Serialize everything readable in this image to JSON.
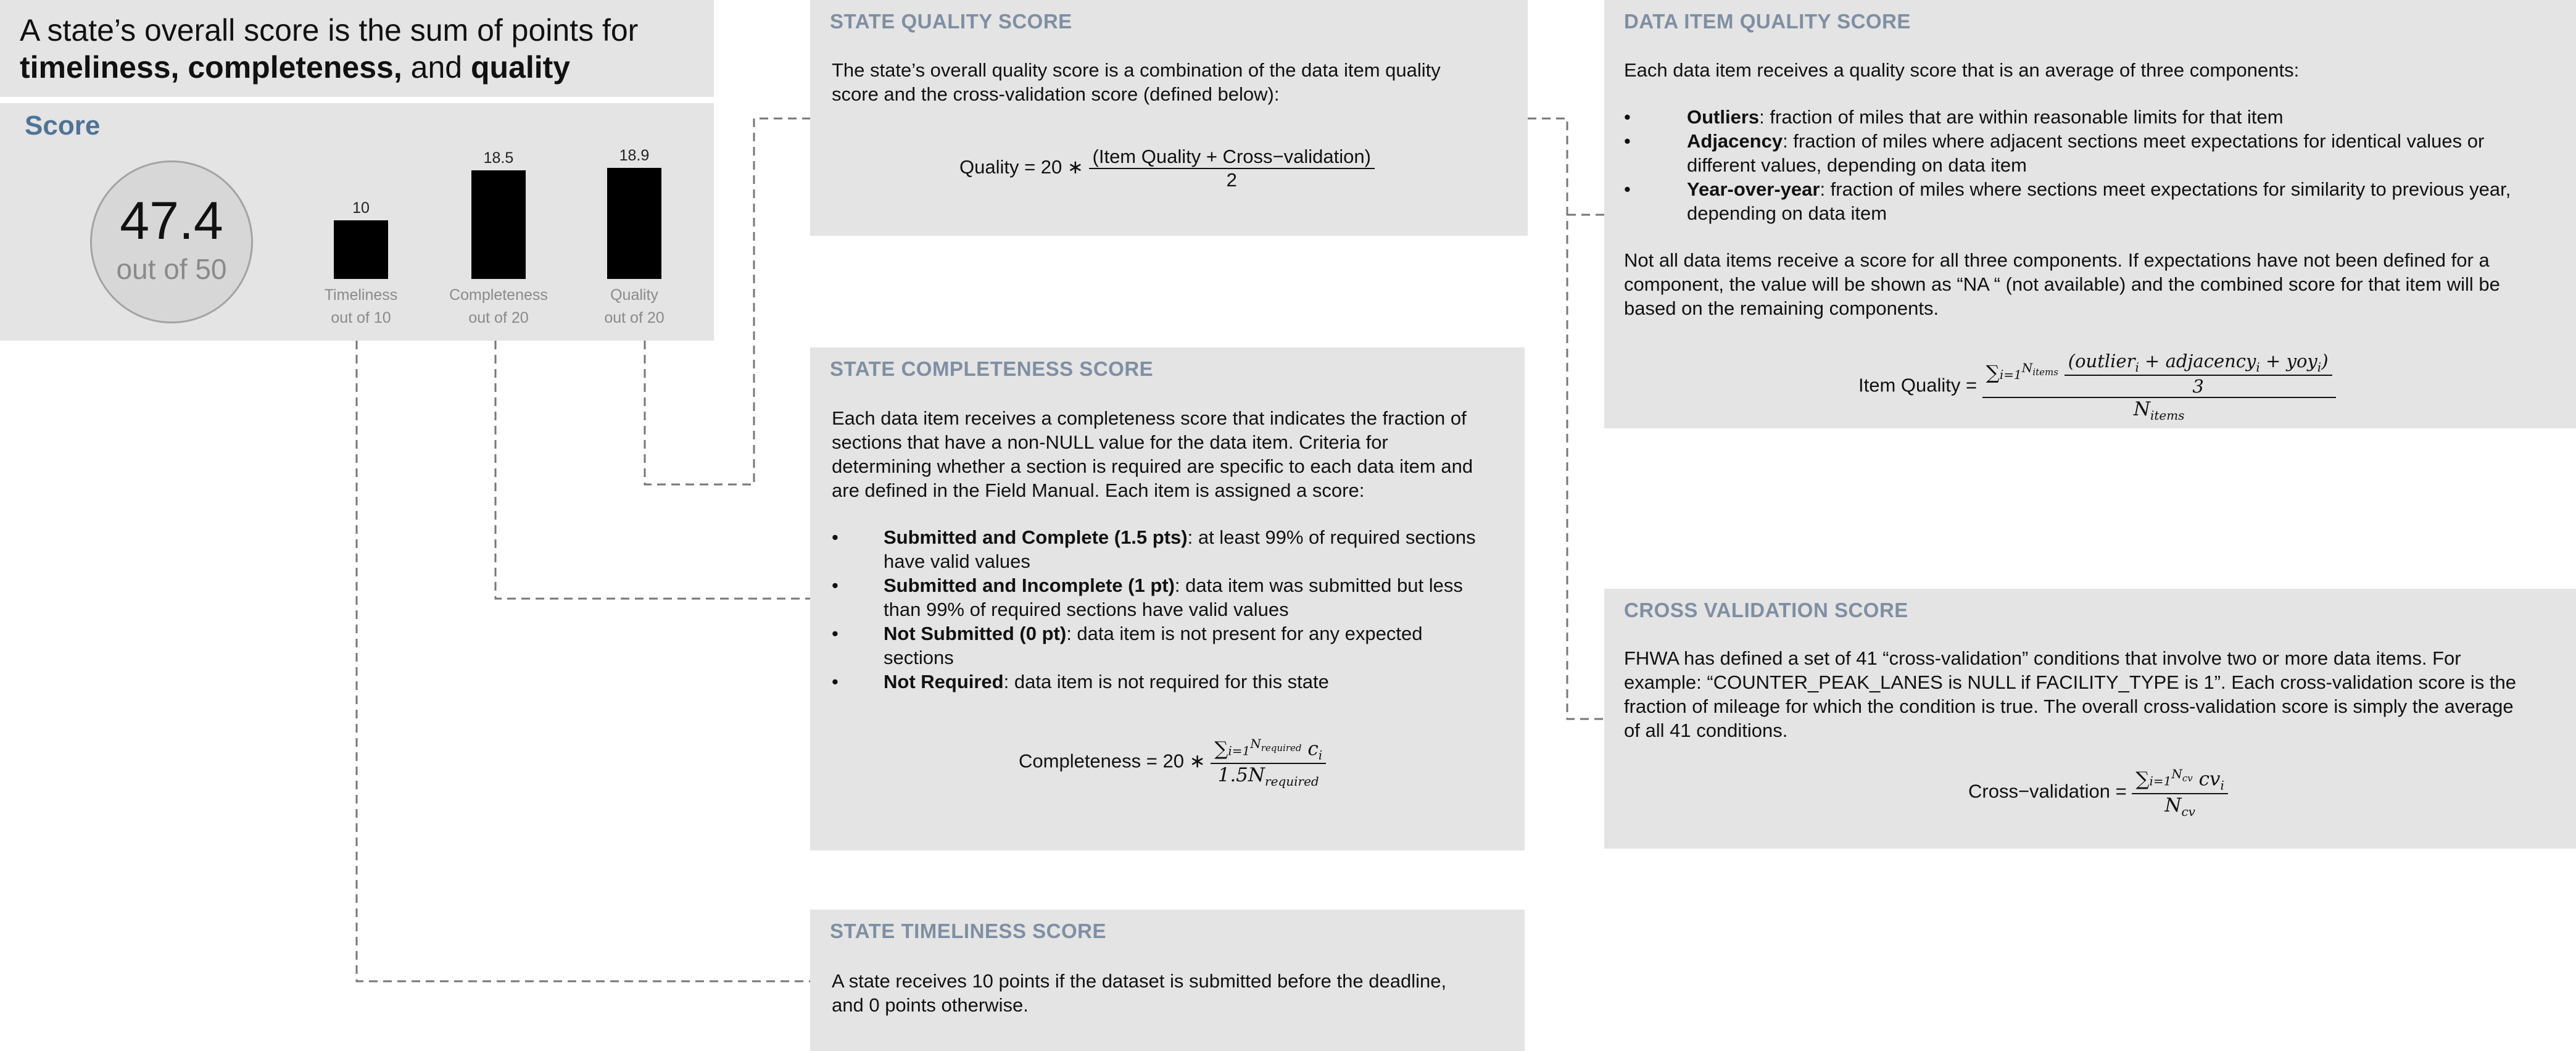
{
  "header": {
    "line1": "A state’s overall score is the sum of points for",
    "line2_a": "timeliness,",
    "line2_b": "completeness,",
    "line2_c": "and",
    "line2_d": "quality"
  },
  "score_panel": {
    "title": "Score",
    "total": "47.4",
    "out_of": "out of 50",
    "bars": [
      {
        "value": 10,
        "value_label": "10",
        "name": "Timeliness",
        "max_label": "out of 10"
      },
      {
        "value": 18.5,
        "value_label": "18.5",
        "name": "Completeness",
        "max_label": "out of 20"
      },
      {
        "value": 18.9,
        "value_label": "18.9",
        "name": "Quality",
        "max_label": "out of 20"
      }
    ]
  },
  "quality_box": {
    "title": "STATE QUALITY SCORE",
    "text_l1": "The state’s overall quality score is a  combination of the data item quality",
    "text_l2": "score and the cross-validation score (defined below):",
    "formula_lhs": "Quality = 20 ∗",
    "formula_num": "(Item Quality + Cross−validation)",
    "formula_den": "2"
  },
  "completeness_box": {
    "title": "STATE COMPLETENESS SCORE",
    "lines": [
      "Each data item receives a completeness score that indicates the fraction of",
      "sections that have a non-NULL value for the data item. Criteria for",
      "determining whether a section is required are specific to each data item and",
      "are defined in the Field Manual.  Each item is assigned a score:"
    ],
    "bullets": [
      {
        "bold": "Submitted and Complete (1.5 pts)",
        "l1": ": at least 99% of required sections",
        "l2": "have valid values"
      },
      {
        "bold": "Submitted and Incomplete (1 pt)",
        "l1": ": data item was submitted but less",
        "l2": "than 99% of required sections have valid values"
      },
      {
        "bold": "Not Submitted (0 pt)",
        "l1": ":  data item is not present for any expected",
        "l2": "sections"
      },
      {
        "bold": "Not Required",
        "l1": ": data item is not required for this state",
        "l2": ""
      }
    ],
    "formula_lhs": "Completeness = 20 ∗",
    "formula_sum_upper": "N",
    "formula_sum_upper_sub": "required",
    "formula_sum_lower": "i=1",
    "formula_term": "c",
    "formula_term_sub": "i",
    "formula_den": "1.5N",
    "formula_den_sub": "required"
  },
  "timeliness_box": {
    "title": "STATE TIMELINESS SCORE",
    "line1": "A state receives 10 points if the dataset is submitted before the deadline,",
    "line2": "and 0 points otherwise."
  },
  "item_quality_box": {
    "title": "DATA ITEM QUALITY SCORE",
    "intro": "Each data item receives a quality score that is an average of three components:",
    "bullets": [
      {
        "bold": "Outliers",
        "l1": ": fraction of miles that are within reasonable limits for that item",
        "l2": ""
      },
      {
        "bold": "Adjacency",
        "l1": ": fraction of miles where adjacent sections meet expectations for identical values or",
        "l2": "different values, depending on data item"
      },
      {
        "bold": "Year-over-year",
        "l1": ": fraction of miles where sections meet expectations for similarity to previous year,",
        "l2": "depending on data item"
      }
    ],
    "note": [
      "Not all data items receive a score for all three components. If expectations have not been defined for a",
      "component, the value will be shown as “NA “ (not available) and the combined score for that item will be",
      "based on the remaining components."
    ],
    "formula_lhs": "Item Quality =",
    "formula_sum_upper": "N",
    "formula_sum_upper_sub": "items",
    "formula_sum_lower": "i=1",
    "formula_inner_num": "(outlier",
    "formula_inner_num_b": " + adjacency",
    "formula_inner_num_c": " + yoy",
    "formula_inner_den": "3",
    "formula_den": "N",
    "formula_den_sub": "items",
    "sub_i": "i",
    "close_paren": ")"
  },
  "cross_box": {
    "title": "CROSS VALIDATION SCORE",
    "lines": [
      "FHWA has defined a set of 41 “cross-validation” conditions that involve two or more data items.  For",
      "example: “COUNTER_PEAK_LANES is NULL if FACILITY_TYPE is 1”.  Each cross-validation score is the",
      "fraction of mileage for which the condition is true. The overall cross-validation score is simply the average",
      "of all 41 conditions."
    ],
    "formula_lhs": "Cross−validation =",
    "formula_sum_upper": "N",
    "formula_sum_upper_sub": "cv",
    "formula_sum_lower": "i=1",
    "formula_term": "cv",
    "formula_term_sub": "i",
    "formula_den": "N",
    "formula_den_sub": "cv"
  },
  "bullet_glyph": "•",
  "sigma": "∑",
  "colors": {
    "panel": "#e4e4e4",
    "title": "#7f8fa3",
    "score_title": "#4e7396",
    "bars": "#000000",
    "connector": "#777777"
  }
}
